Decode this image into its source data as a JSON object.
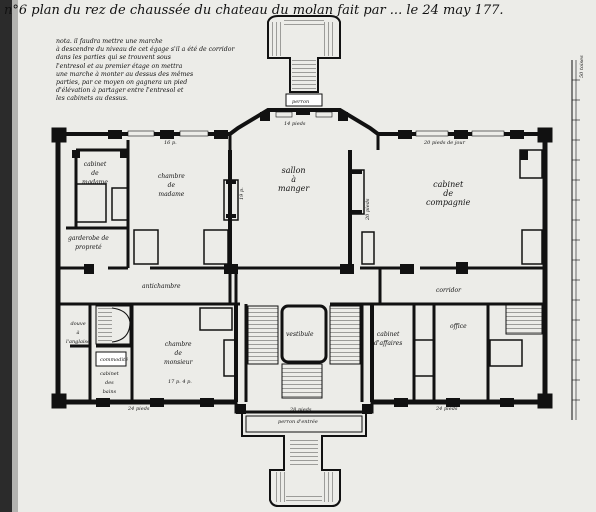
{
  "title": "n°6 plan du rez de chaussée du chateau du molan fait par ... le 24 may 177.",
  "note": [
    "nota. il faudra mettre une marche",
    "à descendre du niveau de cet égage s'il a été de corridor",
    "dans les parties qui se trouvent sous",
    "l'entresol et au premier étage on mettra",
    "une marche à monter au dessus des mêmes",
    "parties, par ce moyen on gagnera un pied",
    "d'élévation à partager entre l'entresol et",
    "les cabinets au dessus."
  ],
  "rooms": {
    "cabinet_madame": [
      "cabinet",
      "de",
      "madame"
    ],
    "chambre_madame": [
      "chambre",
      "de",
      "madame"
    ],
    "sallon": [
      "sallon",
      "à",
      "manger"
    ],
    "cabinet_compagnie": [
      "cabinet",
      "de",
      "compagnie"
    ],
    "garderobe": [
      "garderobe de",
      "propreté"
    ],
    "antichambre": "antichambre",
    "corridor": "corridor",
    "douve": [
      "douve",
      "à",
      "l'anglaise"
    ],
    "commodité": "commodité",
    "cabinet_bains": [
      "cabinet",
      "des",
      "bains"
    ],
    "chambre_monsieur": [
      "chambre",
      "de",
      "monsieur"
    ],
    "vestibule": "vestibule",
    "cabinet_affaires": [
      "cabinet",
      "d'affaires"
    ],
    "office": "office",
    "perron": "perron",
    "perron_entree": "perron d'entrée"
  },
  "dimensions": {
    "top_left": "16 p.",
    "top_center": "14 pieds",
    "top_right": "20 pieds de jour",
    "bottom_left": "24 pieds",
    "bottom_right": "24 pieds",
    "bottom_center": "28 pieds",
    "chambre_monsieur": "17 p. 4 p.",
    "sallon_side": "19 p.",
    "cabinet_side": "20 pieds",
    "scale": "50 toises"
  }
}
